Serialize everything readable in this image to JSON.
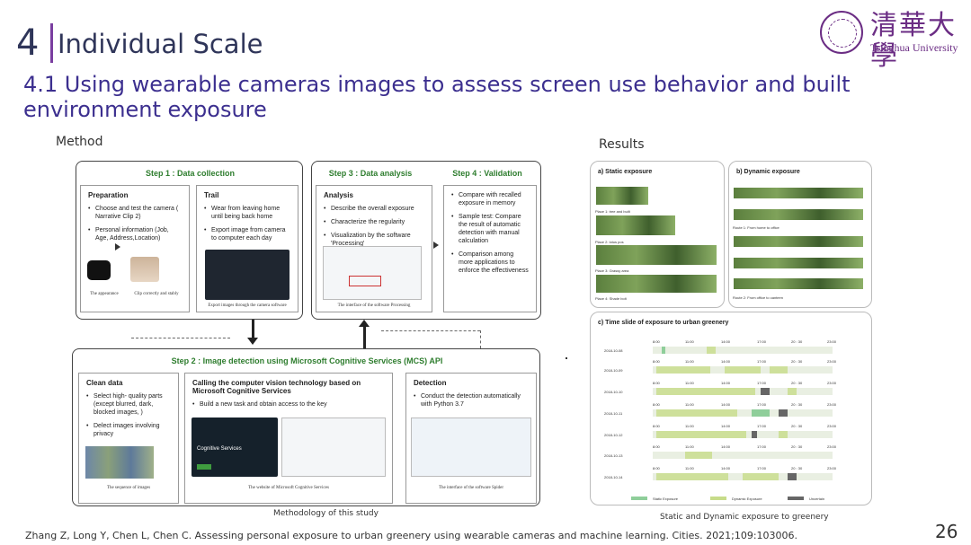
{
  "header": {
    "section_number": "4",
    "section_title": "Individual Scale",
    "logo_cn": "清華大學",
    "logo_en": "Tsinghua University",
    "subtitle": "4.1 Using  wearable cameras images to assess screen use behavior and built environment exposure"
  },
  "method": {
    "label": "Method",
    "step1": {
      "title": "Step 1 : Data collection",
      "preparation": {
        "heading": "Preparation",
        "items": [
          "Choose and test the camera ( Narrative Clip 2)",
          "Personal information (Job, Age, Address,Location)"
        ],
        "caption_left": "The appearance",
        "caption_right": "Clip correctly and stably"
      },
      "trail": {
        "heading": "Trail",
        "items": [
          "Wear from leaving home until being back home",
          "Export image from camera to computer each day"
        ],
        "caption": "Export images through the camera software"
      }
    },
    "step3": {
      "title": "Step 3 : Data analysis",
      "analysis": {
        "heading": "Analysis",
        "items": [
          "Describe the overall exposure",
          "Characterize the regularity",
          "Visualization by the software 'Processing'"
        ],
        "caption": "The interface of the software Processing"
      }
    },
    "step4": {
      "title": "Step 4 : Validation",
      "items": [
        "Compare with recalled exposure in memory",
        "Sample test: Compare the result of automatic detection with manual calculation",
        "Comparison among more applications to enforce the effectiveness"
      ]
    },
    "step2": {
      "title": "Step 2 : Image detection using Microsoft Cognitive Services (MCS) API",
      "clean": {
        "heading": "Clean data",
        "items": [
          "Select high- quality parts (except blurred, dark, blocked images, )",
          "Delect images involving privacy"
        ],
        "caption": "The sequence of images"
      },
      "calling": {
        "heading": "Calling the computer vision technology based on Microsoft Cognitive Services",
        "items": [
          "Build a new task and obtain access to the key"
        ],
        "screen_text": "Cognitive Services",
        "caption": "The website of Microsoft Cognitive Services"
      },
      "detection": {
        "heading": "Detection",
        "items": [
          "Conduct the detection automatically with Python 3.7"
        ],
        "caption": "The interface of the software Spider"
      }
    },
    "caption": "Methodology of this study"
  },
  "results": {
    "label": "Results",
    "static_title": "a) Static exposure",
    "static_places": [
      "Place 1: tree and built",
      "Place 2: lotus pos",
      "Place 3: Grassy area",
      "Place 4: Shade bolt"
    ],
    "dynamic_title": "b) Dynamic exposure",
    "dynamic_routes": [
      "Route 1: From home to office",
      "Route 2: From office to canteen"
    ],
    "timeline_title": "c) Time slide of exposure to urban greenery",
    "time_ticks": [
      "8:00",
      "11:00",
      "14:00",
      "17:00",
      "20 : 30",
      "23:00"
    ],
    "dates": [
      "2018-10-08",
      "2018-10-09",
      "2018-10-10",
      "2018-10-11",
      "2018-10-12",
      "2018-10-13",
      "2018-10-14"
    ],
    "legend": [
      "Static Exposure",
      "Dynamic Exposure",
      "Uncertain"
    ],
    "colors": {
      "static": "#8fce9a",
      "dynamic": "#c7dc8a",
      "uncertain": "#666666"
    },
    "caption": "Static and Dynamic exposure to greenery"
  },
  "footer": {
    "citation": "Zhang Z, Long Y, Chen L, Chen C. Assessing personal exposure to urban greenery using wearable cameras and machine learning. Cities. 2021;109:103006.",
    "page": "26"
  }
}
